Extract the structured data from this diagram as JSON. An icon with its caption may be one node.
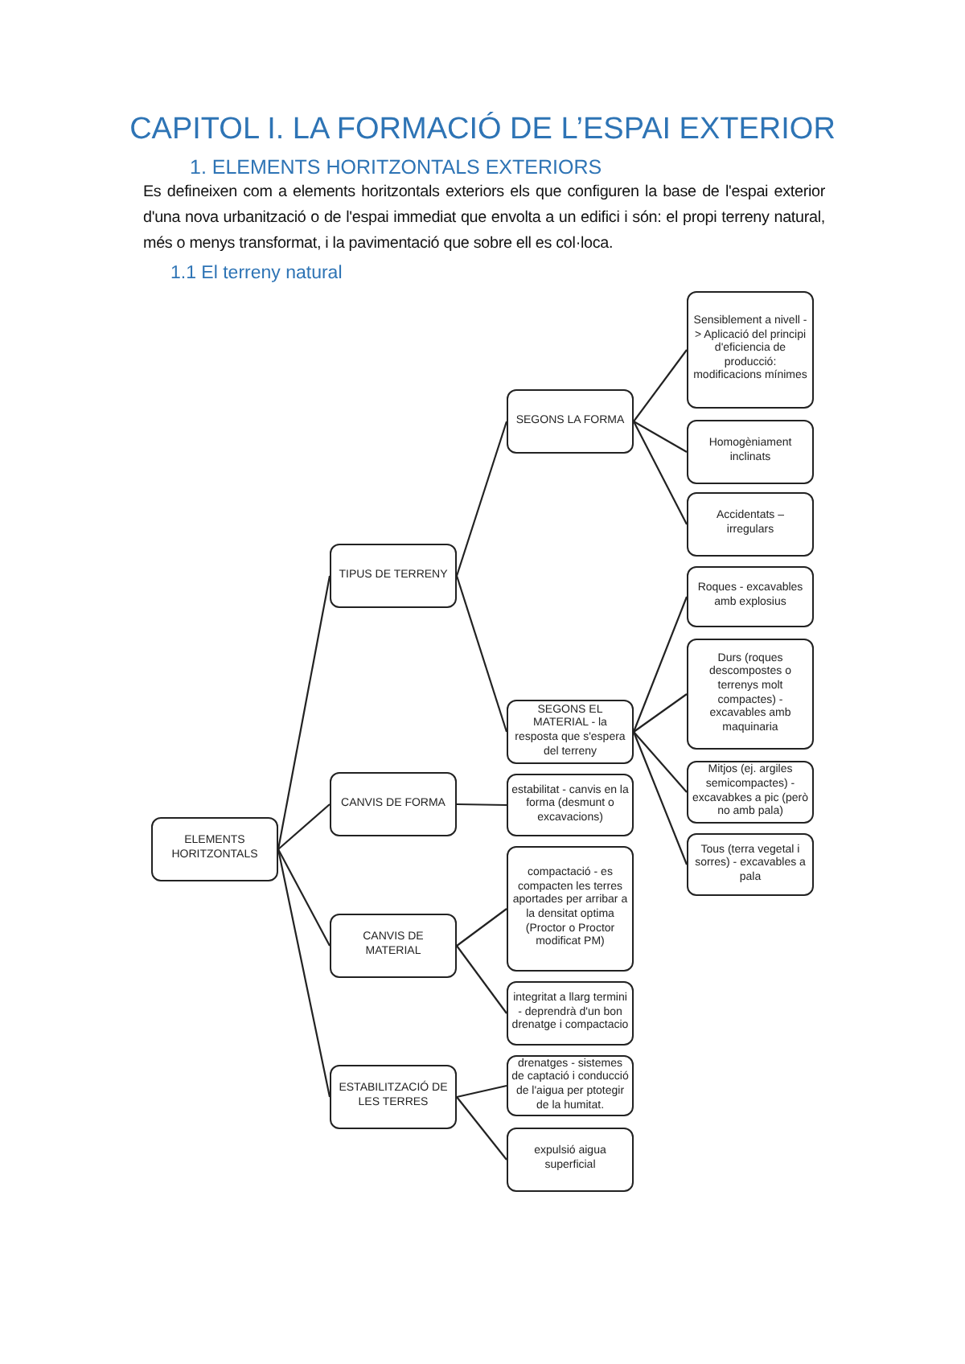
{
  "diagram": {
    "title": "CAPITOL I. LA FORMACIÓ DE L’ESPAI EXTERIOR",
    "nodes": [
      {
        "text": [
          "ELEMENTS HORITZONTALS"
        ]
      },
      {
        "text": [
          "TIPUS DE TERRENY"
        ]
      },
      {
        "text": [
          "SEGONS LA FORMA"
        ]
      },
      {
        "text": [
          "Sensiblement a nivell -> Aplicació del principi d'eficiencia de producció: modificacions mínimes"
        ]
      },
      {
        "text": [
          "Homogèniament inclinats"
        ]
      },
      {
        "text": [
          "Accidentats – irregulars"
        ]
      },
      {
        "text": [
          "SEGONS EL MATERIAL - la resposta que s'espera del terreny"
        ]
      },
      {
        "text": [
          "Roques - excavables amb explosius"
        ]
      },
      {
        "text": [
          "Durs (roques descompostes o terrenys molt compactes) - excavables amb maquinaria"
        ]
      },
      {
        "text": [
          "Mitjos (ej. argiles semicompactes) - excavabkes a pic (però no amb pala)"
        ]
      },
      {
        "text": [
          "Tous (terra vegetal i sorres) - excavables a pala"
        ]
      },
      {
        "text": [
          "CANVIS DE FORMA"
        ]
      },
      {
        "text": [
          "estabilitat - canvis en la forma (desmunt o excavacions)"
        ]
      },
      {
        "text": [
          "CANVIS DE MATERIAL"
        ]
      },
      {
        "text": [
          "compactació - es compacten les terres aportades per arribar a la densitat optima (Proctor o Proctor modificat PM)"
        ]
      },
      {
        "text": [
          "integritat a llarg termini - deprendrà d'un bon drenatge i compactacio"
        ]
      },
      {
        "text": [
          "ESTABILITZACIÓ DE LES TERRES"
        ]
      },
      {
        "text": [
          "drenatges - sistemes de captació i conducció de l'aigua per ptotegir  de la humitat."
        ]
      },
      {
        "text": [
          "expulsió aigua superficial"
        ]
      }
    ],
    "edges": [
      {
        "from": 0,
        "to": 1,
        "arrow": "none"
      },
      {
        "from": 1,
        "to": 2,
        "arrow": "none"
      },
      {
        "from": 2,
        "to": 3,
        "arrow": "none"
      },
      {
        "from": 2,
        "to": 4,
        "arrow": "none"
      },
      {
        "from": 2,
        "to": 5,
        "arrow": "none"
      },
      {
        "from": 1,
        "to": 6,
        "arrow": "none"
      },
      {
        "from": 6,
        "to": 7,
        "arrow": "none"
      },
      {
        "from": 6,
        "to": 8,
        "arrow": "none"
      },
      {
        "from": 6,
        "to": 9,
        "arrow": "none"
      },
      {
        "from": 6,
        "to": 10,
        "arrow": "none"
      },
      {
        "from": 0,
        "to": 11,
        "arrow": "none"
      },
      {
        "from": 11,
        "to": 12,
        "arrow": "none"
      },
      {
        "from": 0,
        "to": 13,
        "arrow": "none"
      },
      {
        "from": 13,
        "to": 14,
        "arrow": "none"
      },
      {
        "from": 13,
        "to": 15,
        "arrow": "none"
      },
      {
        "from": 0,
        "to": 16,
        "arrow": "none"
      },
      {
        "from": 16,
        "to": 17,
        "arrow": "none"
      },
      {
        "from": 16,
        "to": 18,
        "arrow": "none"
      }
    ],
    "labels": [
      "1.   ELEMENTS HORITZONTALS EXTERIORS",
      "Es defineixen com a elements horitzontals exteriors els que configuren la base de l'espai exterior d'una nova urbanització o de l'espai immediat que envolta a un edifici i són: el propi terreny natural, més o menys transformat, i la pavimentació que sobre ell es col·loca.",
      "1.1 El terreny natural"
    ]
  }
}
